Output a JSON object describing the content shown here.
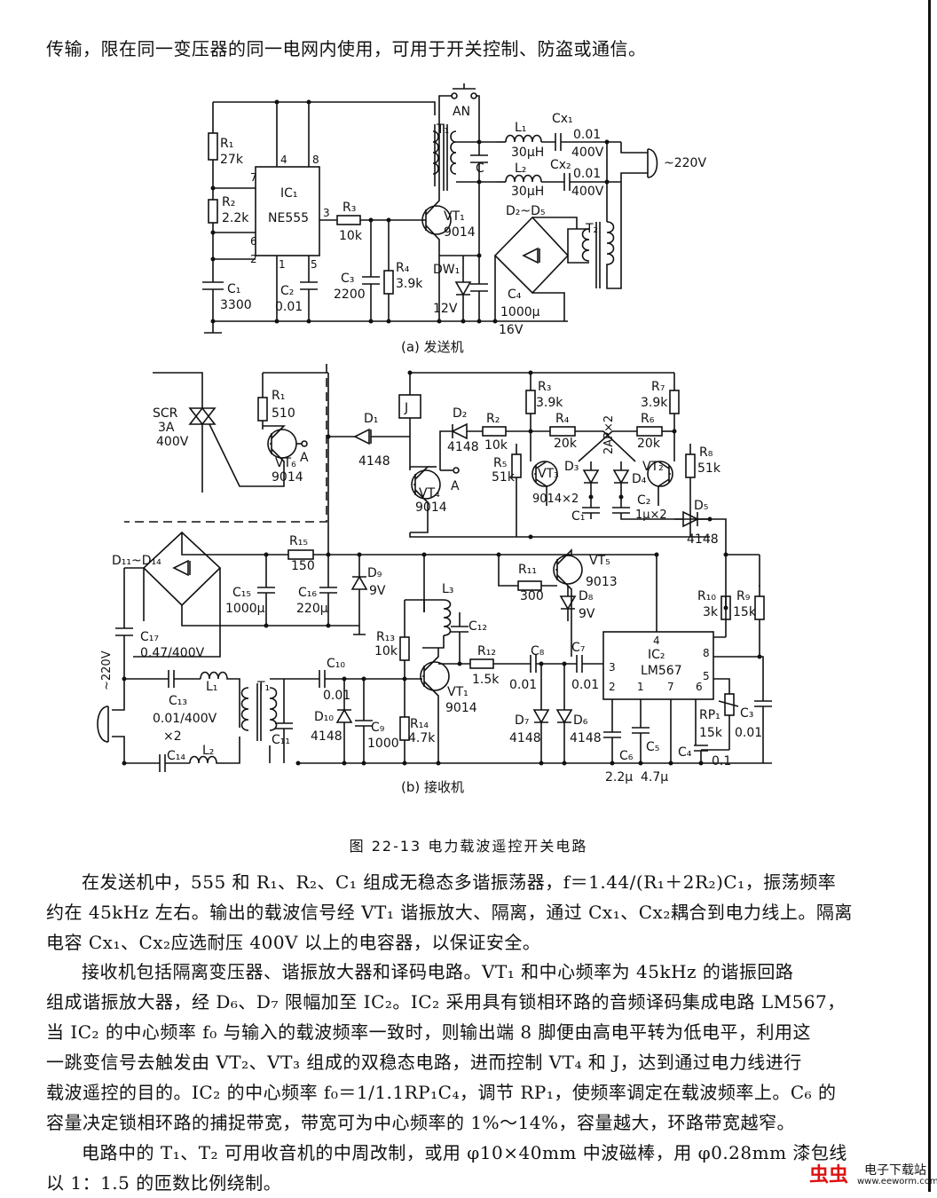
{
  "top_text": "传输，限在同一变压器的同一电网内使用，可用于开关控制、防盗或通信。",
  "figure": {
    "transmitter_caption": "(a) 发送机",
    "receiver_caption": "(b) 接收机",
    "title": "图 22-13   电力载波遥控开关电路",
    "transmitter_labels": {
      "r1": "R₁",
      "r1v": "27k",
      "r2": "R₂",
      "r2v": "2.2k",
      "c1": "C₁",
      "c1v": "3300",
      "ic1": "IC₁",
      "ne555": "NE555",
      "c2": "C₂",
      "c2v": "0.01",
      "r3": "R₃",
      "r3v": "10k",
      "c3": "C₃",
      "c3v": "2200",
      "r4": "R₄",
      "r4v": "3.9k",
      "vt1": "VT₁",
      "vt1v": "9014",
      "dw1": "DW₁",
      "dw1v": "12V",
      "an": "AN",
      "t1": "T₁",
      "c": "C",
      "l1": "L₁",
      "l1v": "30μH",
      "cx1": "Cx₁",
      "cx1v": "0.01",
      "cx1vv": "400V",
      "l2": "L₂",
      "l2v": "30μH",
      "cx2": "Cx₂",
      "cx2v": "0.01",
      "cx2vv": "400V",
      "mains": "~220V",
      "d2d5": "D₂~D₅",
      "t2": "T₂",
      "c4": "C₄",
      "c4v": "1000μ",
      "c4vv": "16V",
      "pin7": "7",
      "pin4": "4",
      "pin8": "8",
      "pin3": "3",
      "pin6": "6",
      "pin2": "2",
      "pin1": "1",
      "pin5": "5"
    },
    "receiver_labels": {
      "scr": "SCR",
      "scr_a": "3A",
      "scr_v": "400V",
      "r1": "R₁",
      "r1v": "510",
      "vt6": "VT₆",
      "vt6v": "9014",
      "a1": "A",
      "j": "J",
      "d1": "D₁",
      "d1v": "4148",
      "d2": "D₂",
      "d2v": "4148",
      "r2": "R₂",
      "r2v": "10k",
      "vt4": "VT₄",
      "vt4v": "9014",
      "a2": "A",
      "r3": "R₃",
      "r3v": "3.9k",
      "r4": "R₄",
      "r4v": "20k",
      "r5": "R₅",
      "r5v": "51k",
      "r6": "R₆",
      "r6v": "20k",
      "r7": "R₇",
      "r7v": "3.9k",
      "r8": "R₈",
      "r8v": "51k",
      "vt3": "VT₃",
      "vt3v": "9014×2",
      "d3": "D₃",
      "d4": "D₄",
      "d34v": "2AP×2",
      "vt2": "VT₂",
      "c1": "C₁",
      "c2": "C₂",
      "c12v": "1μ×2",
      "d5": "D₅",
      "d5v": "4148",
      "d11d14": "D₁₁~D₁₄",
      "r15": "R₁₅",
      "r15v": "150",
      "c15": "C₁₅",
      "c15v": "1000μ",
      "c16": "C₁₆",
      "c16v": "220μ",
      "d9": "D₉",
      "d9v": "9V",
      "r11": "R₁₁",
      "r11v": "300",
      "vt5": "VT₅",
      "vt5v": "9013",
      "d8": "D₈",
      "d8v": "9V",
      "r10": "R₁₀",
      "r10v": "3k",
      "r9": "R₉",
      "r9v": "15k",
      "l3": "L₃",
      "c12": "C₁₂",
      "r13": "R₁₃",
      "r13v": "10k",
      "c17": "C₁₇",
      "c17v": "0.47/400V",
      "mains": "~220V",
      "c13": "C₁₃",
      "l1": "L₁",
      "t1": "T₁",
      "c13v": "0.01/400V",
      "x2": "×2",
      "c14": "C₁₄",
      "l2": "L₂",
      "c10": "C₁₀",
      "c10v": "0.01",
      "c11": "C₁₁",
      "d10": "D₁₀",
      "d10v": "4148",
      "c9": "C₉",
      "c9v": "1000",
      "r14": "R₁₄",
      "r14v": "4.7k",
      "vt1": "VT₁",
      "vt1v": "9014",
      "r12": "R₁₂",
      "r12v": "1.5k",
      "c8": "C₈",
      "c8v": "0.01",
      "c7": "C₇",
      "c7v": "0.01",
      "d7": "D₇",
      "d7v": "4148",
      "d6": "D₆",
      "d6v": "4148",
      "ic2": "IC₂",
      "lm567": "LM567",
      "c6": "C₆",
      "c6v": "2.2μ",
      "c5": "C₅",
      "c5v": "4.7μ",
      "rp1": "RP₁",
      "rp1v": "15k",
      "c4": "C₄",
      "c4v": "0.1",
      "c3": "C₃",
      "c3v": "0.01",
      "p4": "4",
      "p3": "3",
      "p2": "2",
      "p1": "1",
      "p7": "7",
      "p8": "8",
      "p5": "5",
      "p6": "6"
    }
  },
  "paragraphs": [
    {
      "lines": [
        "在发送机中，555 和 R₁、R₂、C₁ 组成无稳态多谐振荡器，f＝1.44/(R₁＋2R₂)C₁，振荡频率",
        "约在 45kHz 左右。输出的载波信号经 VT₁ 谐振放大、隔离，通过 Cx₁、Cx₂耦合到电力线上。隔离",
        "电容 Cx₁、Cx₂应选耐压 400V 以上的电容器，以保证安全。"
      ]
    },
    {
      "lines": [
        "接收机包括隔离变压器、谐振放大器和译码电路。VT₁ 和中心频率为 45kHz 的谐振回路",
        "组成谐振放大器，经 D₆、D₇ 限幅加至 IC₂。IC₂ 采用具有锁相环路的音频译码集成电路 LM567，",
        "当 IC₂ 的中心频率 f₀ 与输入的载波频率一致时，则输出端 8 脚便由高电平转为低电平，利用这",
        "一跳变信号去触发由 VT₂、VT₃ 组成的双稳态电路，进而控制 VT₄ 和 J，达到通过电力线进行",
        "载波遥控的目的。IC₂ 的中心频率 f₀＝1/1.1RP₁C₄，调节 RP₁，使频率调定在载波频率上。C₆ 的",
        "容量决定锁相环路的捕捉带宽，带宽可为中心频率的 1%～14%，容量越大，环路带宽越窄。"
      ]
    },
    {
      "lines": [
        "电路中的 T₁、T₂ 可用收音机的中周改制，或用 φ10×40mm 中波磁棒，用 φ0.28mm 漆包线",
        "以 1：1.5 的匝数比例绕制。"
      ]
    }
  ],
  "watermark": {
    "name": "电子下载站",
    "url": "www.eeworm.com",
    "logo": "虫虫"
  }
}
